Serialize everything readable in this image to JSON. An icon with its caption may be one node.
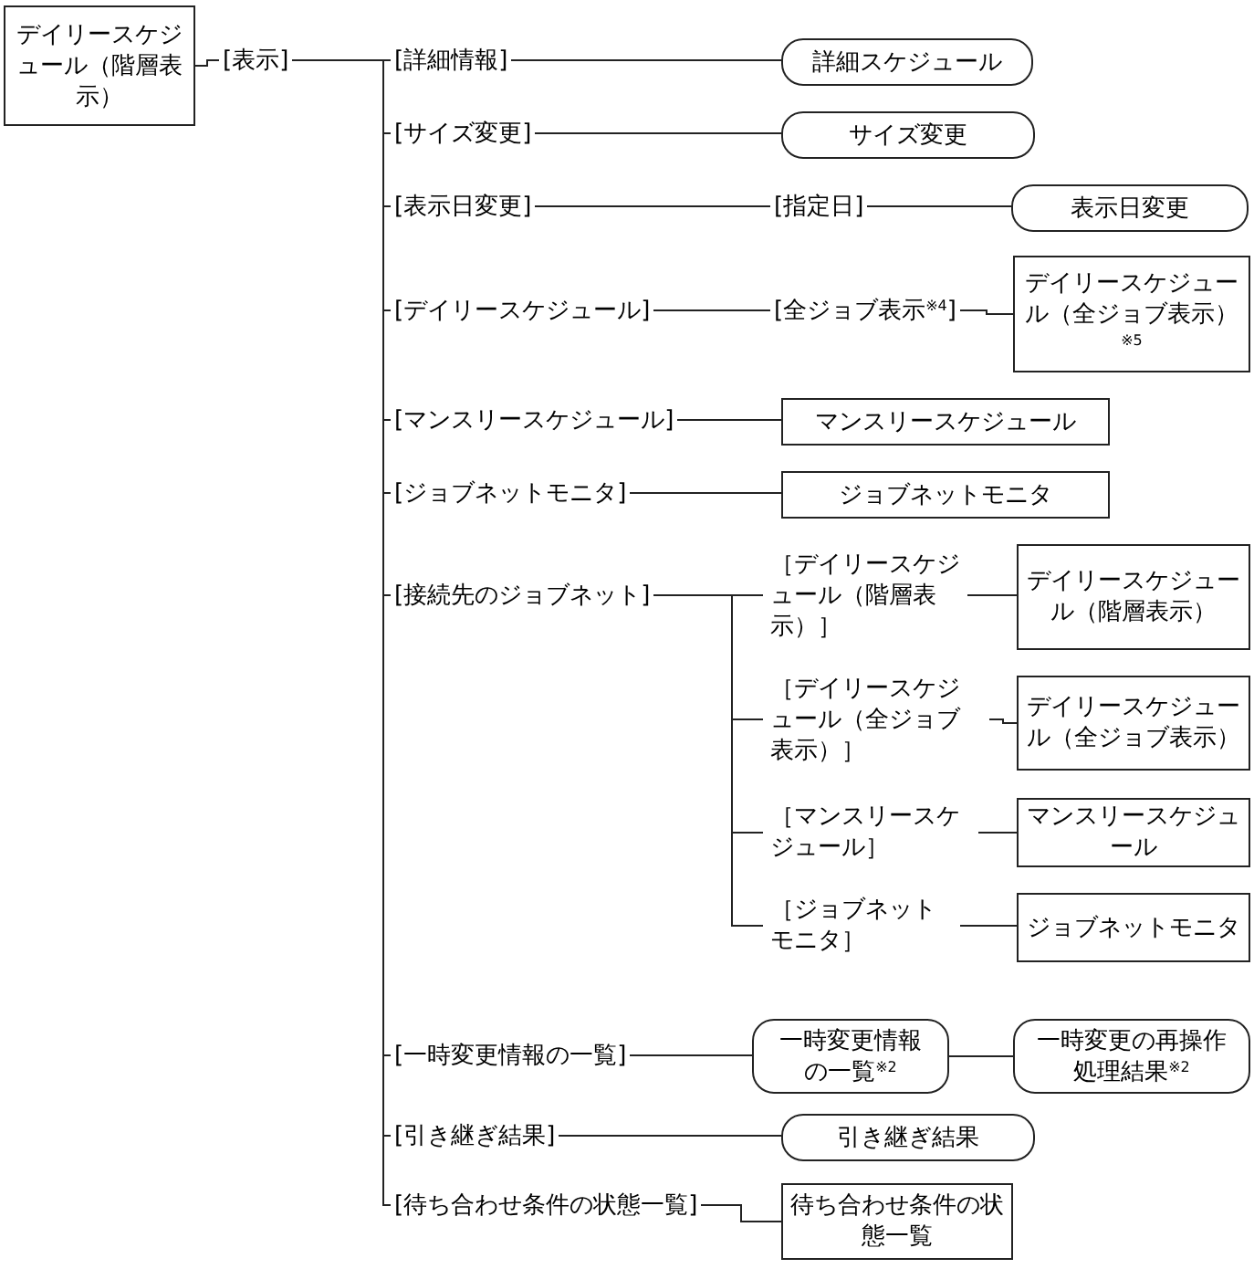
{
  "diagram": {
    "nodes": [
      {
        "text": [
          "デイリースケジュール（階層表示）"
        ]
      },
      {
        "text": [
          "[表示]"
        ]
      },
      {
        "text": [
          "[詳細情報]"
        ]
      },
      {
        "text": [
          "詳細スケジュール"
        ]
      },
      {
        "text": [
          "[サイズ変更]"
        ]
      },
      {
        "text": [
          "サイズ変更"
        ]
      },
      {
        "text": [
          "[表示日変更]"
        ]
      },
      {
        "text": [
          "[指定日]"
        ]
      },
      {
        "text": [
          "表示日変更"
        ]
      },
      {
        "text": [
          "[デイリースケジュール]"
        ]
      },
      {
        "text": [
          "[全ジョブ表示$^{※4}$]"
        ]
      },
      {
        "text": [
          "デイリースケジュール（全ジョブ表示）$^{※5}$"
        ]
      },
      {
        "text": [
          "[マンスリースケジュール]"
        ]
      },
      {
        "text": [
          "マンスリースケジュール"
        ]
      },
      {
        "text": [
          "[ジョブネットモニタ]"
        ]
      },
      {
        "text": [
          "ジョブネットモニタ"
        ]
      },
      {
        "text": [
          "[接続先のジョブネット]"
        ]
      },
      {
        "text": [
          "［デイリースケジュール（階層表示）］"
        ]
      },
      {
        "text": [
          "デイリースケジュール（階層表示）"
        ]
      },
      {
        "text": [
          "［デイリースケジュール（全ジョブ表示）］"
        ]
      },
      {
        "text": [
          "デイリースケジュール（全ジョブ表示）"
        ]
      },
      {
        "text": [
          "［マンスリースケジュール］"
        ]
      },
      {
        "text": [
          "マンスリースケジュール"
        ]
      },
      {
        "text": [
          "［ジョブネットモニタ］"
        ]
      },
      {
        "text": [
          "ジョブネットモニタ"
        ]
      },
      {
        "text": [
          "[一時変更情報の一覧]"
        ]
      },
      {
        "text": [
          "一時変更情報の一覧$^{※2}$"
        ]
      },
      {
        "text": [
          "一時変更の再操作処理結果$^{※2}$"
        ]
      },
      {
        "text": [
          "[引き継ぎ結果]"
        ]
      },
      {
        "text": [
          "引き継ぎ結果"
        ]
      },
      {
        "text": [
          "[待ち合わせ条件の状態一覧]"
        ]
      },
      {
        "text": [
          "待ち合わせ条件の状態一覧"
        ]
      }
    ],
    "edges": [
      {
        "from": 0,
        "to": 1,
        "arrow": "none"
      },
      {
        "from": 1,
        "to": 2,
        "arrow": "none"
      },
      {
        "from": 1,
        "to": 4,
        "arrow": "none"
      },
      {
        "from": 1,
        "to": 6,
        "arrow": "none"
      },
      {
        "from": 1,
        "to": 9,
        "arrow": "none"
      },
      {
        "from": 1,
        "to": 12,
        "arrow": "none"
      },
      {
        "from": 1,
        "to": 14,
        "arrow": "none"
      },
      {
        "from": 1,
        "to": 16,
        "arrow": "none"
      },
      {
        "from": 1,
        "to": 25,
        "arrow": "none"
      },
      {
        "from": 1,
        "to": 28,
        "arrow": "none"
      },
      {
        "from": 1,
        "to": 30,
        "arrow": "none"
      },
      {
        "from": 2,
        "to": 3,
        "arrow": "none"
      },
      {
        "from": 4,
        "to": 5,
        "arrow": "none"
      },
      {
        "from": 6,
        "to": 7,
        "arrow": "none"
      },
      {
        "from": 7,
        "to": 8,
        "arrow": "none"
      },
      {
        "from": 9,
        "to": 10,
        "arrow": "none"
      },
      {
        "from": 10,
        "to": 11,
        "arrow": "none"
      },
      {
        "from": 12,
        "to": 13,
        "arrow": "none"
      },
      {
        "from": 14,
        "to": 15,
        "arrow": "none"
      },
      {
        "from": 16,
        "to": 17,
        "arrow": "none"
      },
      {
        "from": 16,
        "to": 19,
        "arrow": "none"
      },
      {
        "from": 16,
        "to": 21,
        "arrow": "none"
      },
      {
        "from": 16,
        "to": 23,
        "arrow": "none"
      },
      {
        "from": 17,
        "to": 18,
        "arrow": "none"
      },
      {
        "from": 19,
        "to": 20,
        "arrow": "none"
      },
      {
        "from": 21,
        "to": 22,
        "arrow": "none"
      },
      {
        "from": 23,
        "to": 24,
        "arrow": "none"
      },
      {
        "from": 25,
        "to": 26,
        "arrow": "none"
      },
      {
        "from": 26,
        "to": 27,
        "arrow": "none"
      },
      {
        "from": 28,
        "to": 29,
        "arrow": "none"
      },
      {
        "from": 30,
        "to": 31,
        "arrow": "none"
      }
    ]
  }
}
